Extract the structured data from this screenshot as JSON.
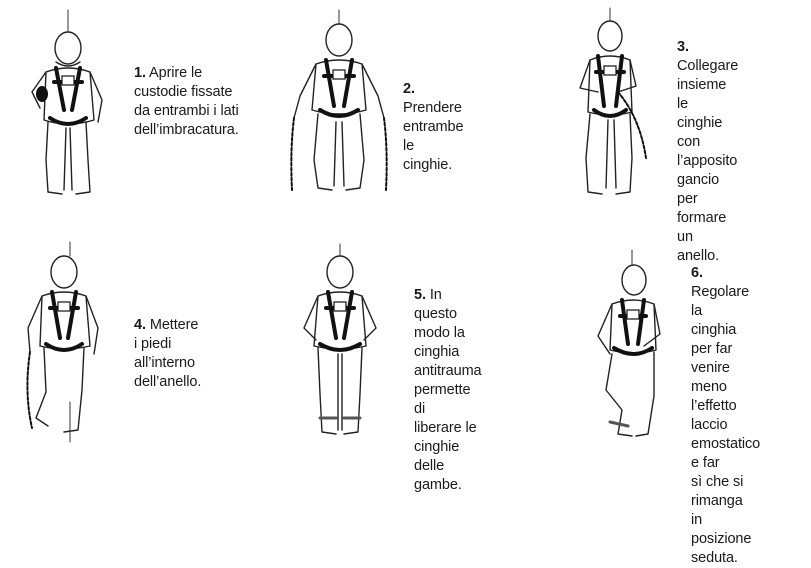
{
  "steps": [
    {
      "number": "1.",
      "text": " Aprire le\ncustodie fissate\nda entrambi i lati\ndell’imbracatura."
    },
    {
      "number": "2.",
      "text": " Prendere\nentrambe le\ncinghie."
    },
    {
      "number": "3.",
      "text": " Collegare\ninsieme le\ncinghie con\nl’apposito\ngancio per\nformare un\nanello."
    },
    {
      "number": "4.",
      "text": " Mettere\ni piedi all’interno\ndell’anello."
    },
    {
      "number": "5.",
      "text": " In questo\nmodo la cinghia\nantitrauma\npermette di\nliberare le cinghie\ndelle gambe."
    },
    {
      "number": "6.",
      "text": " Regolare la\ncinghia per far\nvenire meno\nl’effetto laccio\nemostatico e far\nsì che si rimanga\nin posizione\nseduta."
    }
  ],
  "figures": [
    {
      "icon": "harness-person-opening-pouch-icon"
    },
    {
      "icon": "harness-person-holding-straps-icon"
    },
    {
      "icon": "harness-person-connecting-straps-icon"
    },
    {
      "icon": "harness-person-stepping-into-loop-icon"
    },
    {
      "icon": "harness-person-standing-in-loop-icon"
    },
    {
      "icon": "harness-person-adjusting-seated-icon"
    }
  ]
}
